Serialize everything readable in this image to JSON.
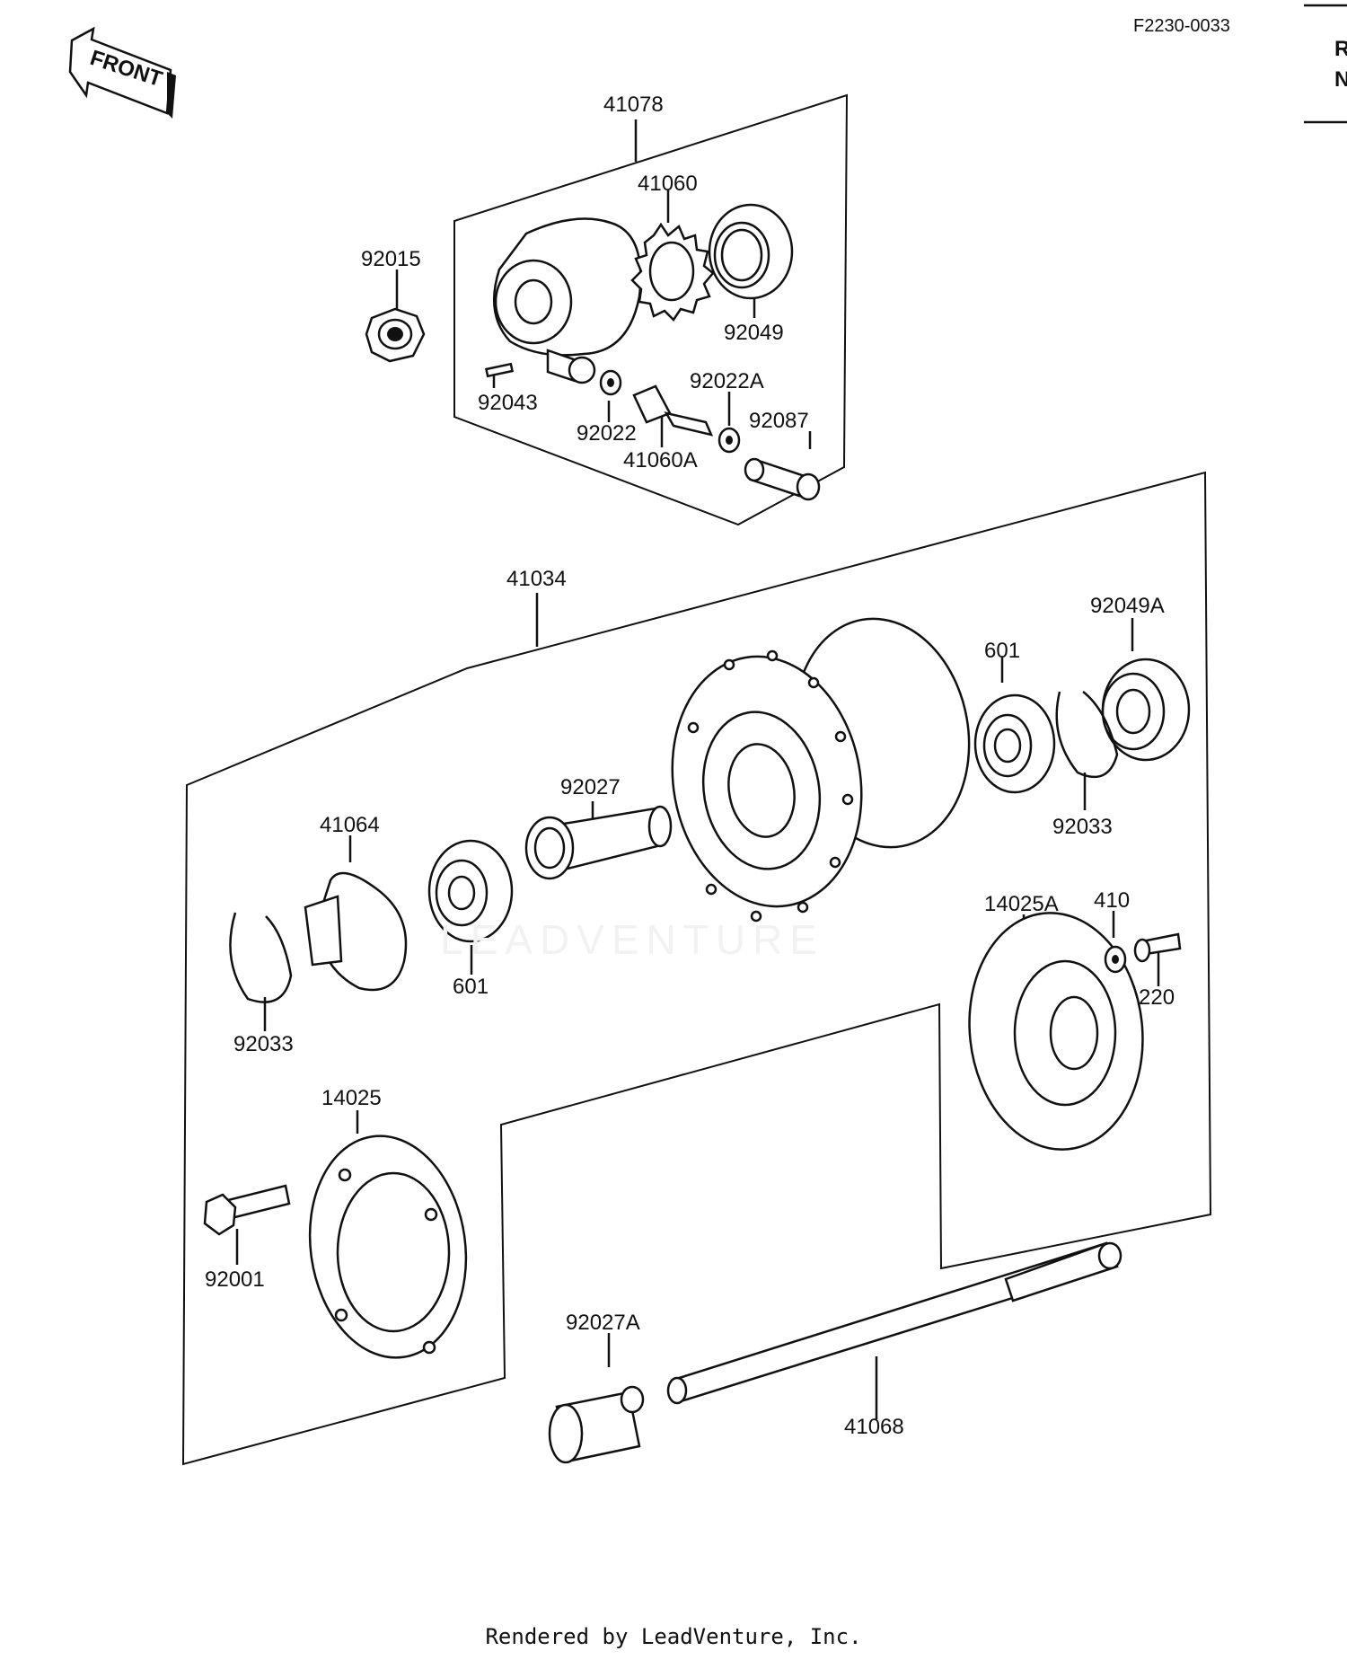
{
  "figure_code": "F2230-0033",
  "front_arrow_label": "FRONT",
  "watermark": "LEADVENTURE",
  "footer": "Rendered by LeadVenture, Inc.",
  "side_column_fragment": [
    "R",
    "N"
  ],
  "parts": [
    {
      "id": "41078"
    },
    {
      "id": "41060"
    },
    {
      "id": "92015"
    },
    {
      "id": "92049"
    },
    {
      "id": "92043"
    },
    {
      "id": "92022"
    },
    {
      "id": "92022A"
    },
    {
      "id": "41060A"
    },
    {
      "id": "92087"
    },
    {
      "id": "41034"
    },
    {
      "id": "92049A"
    },
    {
      "id": "601"
    },
    {
      "id": "92027"
    },
    {
      "id": "41064"
    },
    {
      "id": "601"
    },
    {
      "id": "92033"
    },
    {
      "id": "92033"
    },
    {
      "id": "14025A"
    },
    {
      "id": "410"
    },
    {
      "id": "220"
    },
    {
      "id": "14025"
    },
    {
      "id": "92001"
    },
    {
      "id": "92027A"
    },
    {
      "id": "41068"
    }
  ]
}
